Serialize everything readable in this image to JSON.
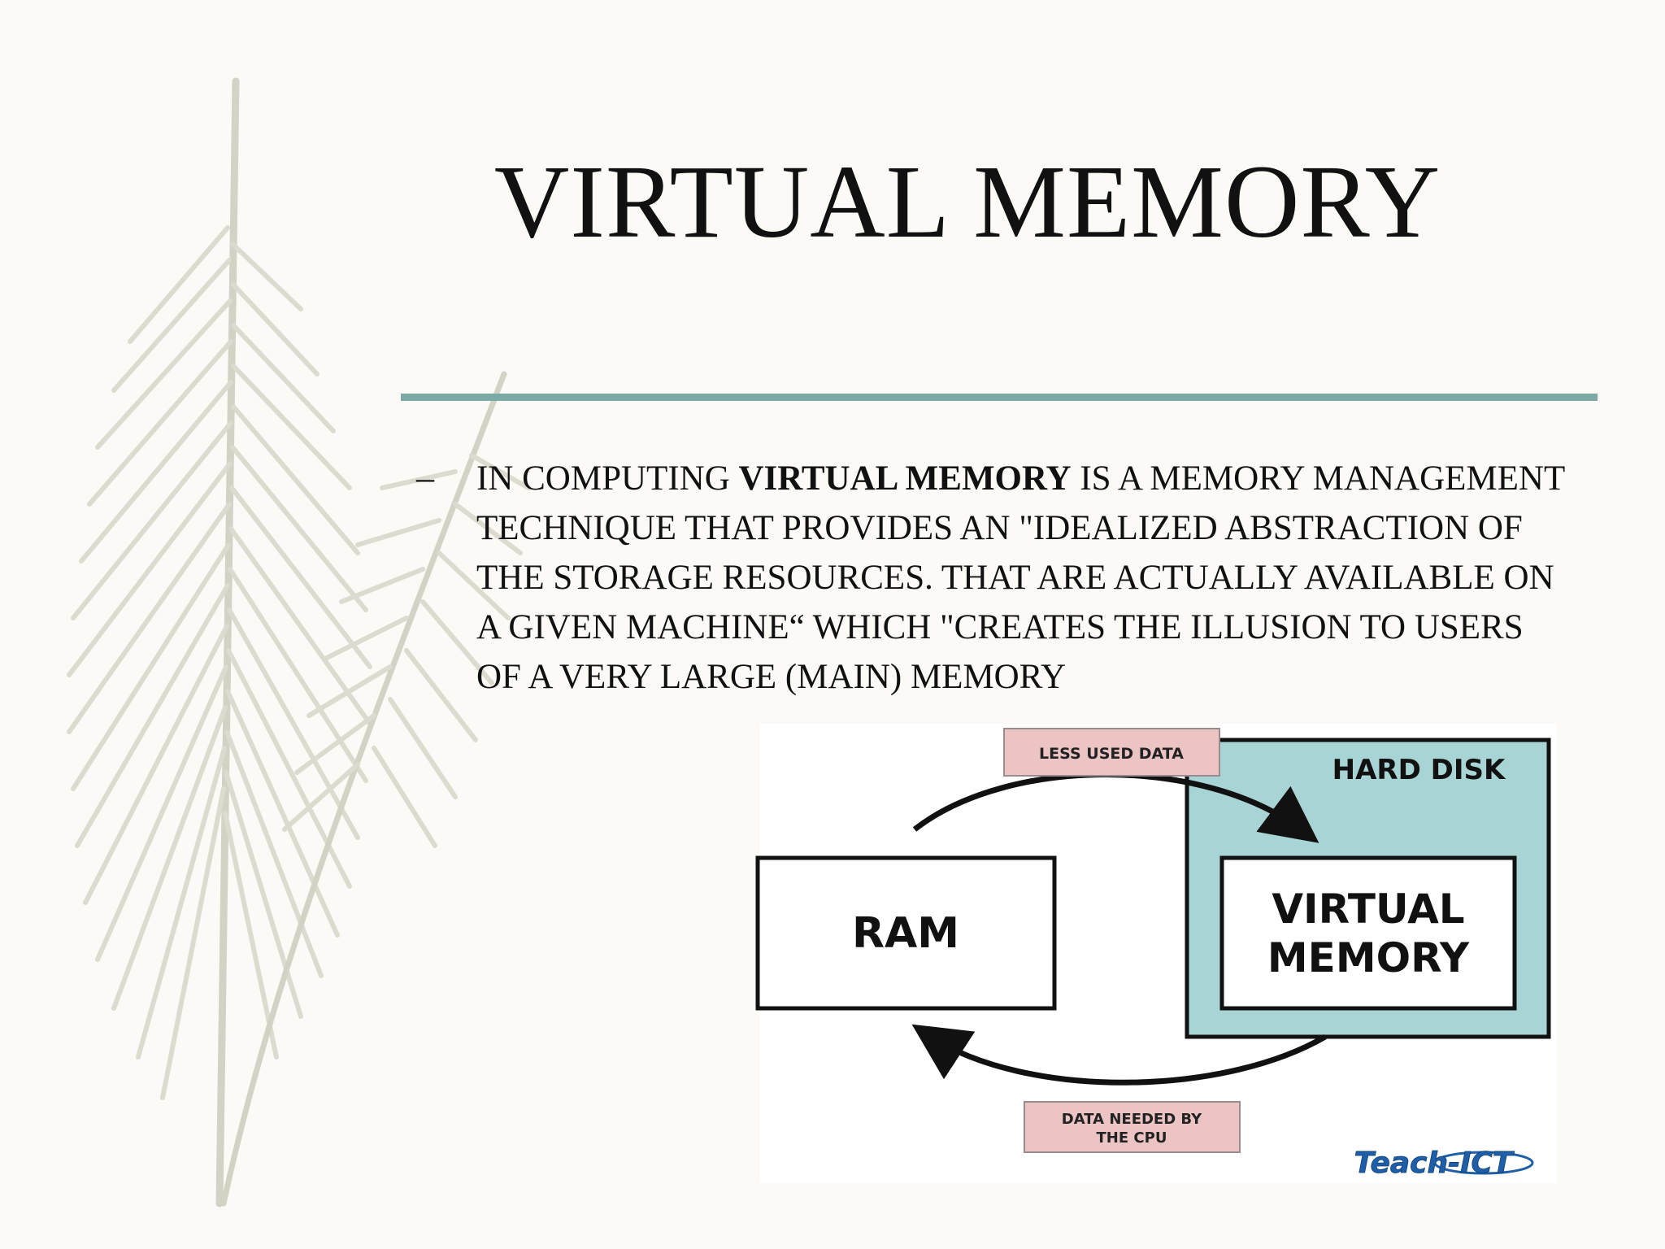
{
  "slide": {
    "title": "VIRTUAL MEMORY",
    "bullet_marker": "–",
    "body": {
      "prefix": "IN COMPUTING ",
      "emphasis": "VIRTUAL MEMORY",
      "suffix": " IS A MEMORY MANAGEMENT TECHNIQUE THAT PROVIDES AN \"IDEALIZED ABSTRACTION OF THE STORAGE RESOURCES. THAT ARE ACTUALLY AVAILABLE ON A GIVEN MACHINE“ WHICH \"CREATES THE ILLUSION TO USERS OF A VERY LARGE (MAIN) MEMORY"
    }
  },
  "diagram": {
    "less_used_label": "LESS USED DATA",
    "hard_disk_label": "HARD DISK",
    "ram_label": "RAM",
    "virtual_memory_line1": "VIRTUAL",
    "virtual_memory_line2": "MEMORY",
    "data_needed_line1": "DATA NEEDED BY",
    "data_needed_line2": "THE CPU",
    "logo": "Teach-ICT"
  },
  "colors": {
    "background": "#fbfaf6",
    "rule": "#7aa9a6",
    "hard_disk_fill": "#a9d4d5",
    "label_fill": "#ecc4c4",
    "logo_blue": "#1e5fa8"
  }
}
